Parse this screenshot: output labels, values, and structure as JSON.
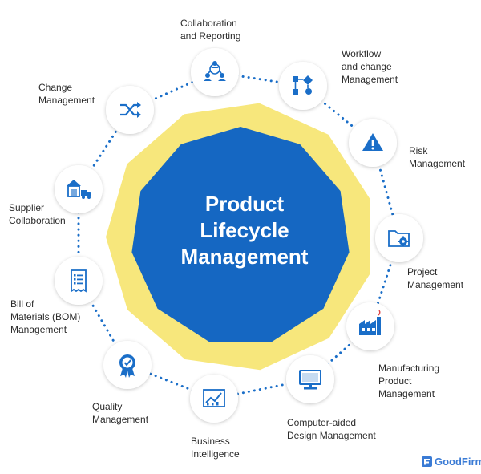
{
  "center": {
    "title": "Product\nLifecycle\nManagement"
  },
  "colors": {
    "core": "#1567c2",
    "ring": "#f7e77c",
    "icon": "#1a6ec8",
    "dots": "#1a6ec8"
  },
  "nodes": [
    {
      "label": "Collaboration\nand Reporting",
      "icon": "team-collaboration-icon"
    },
    {
      "label": "Workflow\nand change\nManagement",
      "icon": "workflow-icon"
    },
    {
      "label": "Risk\nManagement",
      "icon": "warning-icon"
    },
    {
      "label": "Project\nManagement",
      "icon": "folder-gear-icon"
    },
    {
      "label": "Manufacturing\nProduct\nManagement",
      "icon": "factory-icon"
    },
    {
      "label": "Computer-aided\nDesign Management",
      "icon": "computer-monitor-icon"
    },
    {
      "label": "Business\nIntelligence",
      "icon": "line-chart-icon"
    },
    {
      "label": "Quality\nManagement",
      "icon": "award-badge-icon"
    },
    {
      "label": "Bill of\nMaterials (BOM)\nManagement",
      "icon": "document-list-icon"
    },
    {
      "label": "Supplier\nCollaboration",
      "icon": "warehouse-truck-icon"
    },
    {
      "label": "Change\nManagement",
      "icon": "shuffle-icon"
    }
  ],
  "brand": {
    "name": "GoodFirms"
  }
}
